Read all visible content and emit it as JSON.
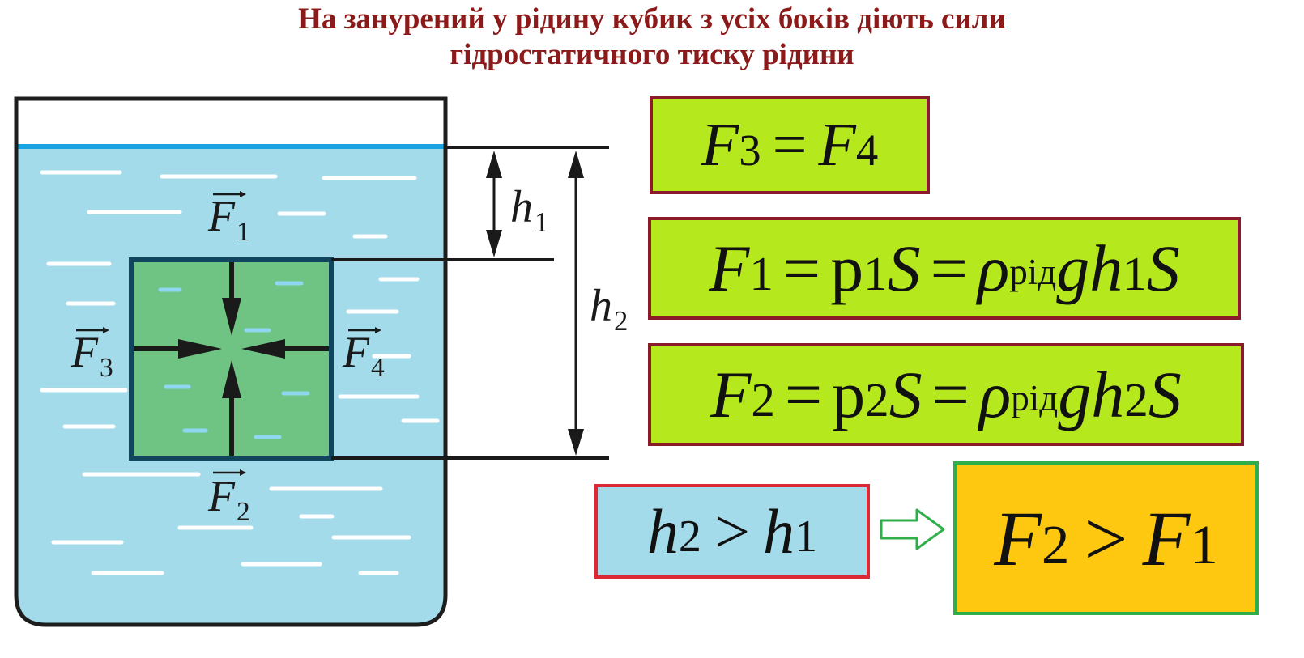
{
  "title": {
    "line1": "На занурений у рідину кубик з усіх боків діють сили",
    "line2": "гідростатичного тиску рідини"
  },
  "labels": {
    "f1": {
      "letter": "F",
      "sub": "1"
    },
    "f2": {
      "letter": "F",
      "sub": "2"
    },
    "f3": {
      "letter": "F",
      "sub": "3"
    },
    "f4": {
      "letter": "F",
      "sub": "4"
    },
    "h1": {
      "letter": "h",
      "sub": "1"
    },
    "h2": {
      "letter": "h",
      "sub": "2"
    }
  },
  "formulas": {
    "f3_eq_f4": {
      "l": "F",
      "ls": "3",
      "op": "=",
      "r": "F",
      "rs": "4"
    },
    "f1_eq": {
      "a": "F",
      "as": "1",
      "eq1": "=",
      "p": "p",
      "ps": "1",
      "s1": "S",
      "eq2": "=",
      "rho": "ρ",
      "rhos": "рід",
      "g": "g",
      "h": "h",
      "hs": "1",
      "s2": "S"
    },
    "f2_eq": {
      "a": "F",
      "as": "2",
      "eq1": "=",
      "p": "p",
      "ps": "2",
      "s1": "S",
      "eq2": "=",
      "rho": "ρ",
      "rhos": "рід",
      "g": "g",
      "h": "h",
      "hs": "2",
      "s2": "S"
    },
    "h_compare": {
      "l": "h",
      "ls": "2",
      "op": ">",
      "r": "h",
      "rs": "1"
    },
    "f_compare": {
      "l": "F",
      "ls": "2",
      "op": ">",
      "r": "F",
      "rs": "1"
    }
  },
  "colors": {
    "title": "#8b1a1a",
    "water": "#a3dbea",
    "water_surface": "#1aa3e0",
    "cube": "#6fc484",
    "cube_border": "#11455e",
    "formula_box": "#b6e81e",
    "compare_box": "#a3dbea",
    "result_box": "#ffc810",
    "implies_arrow": "#2fae4a"
  }
}
